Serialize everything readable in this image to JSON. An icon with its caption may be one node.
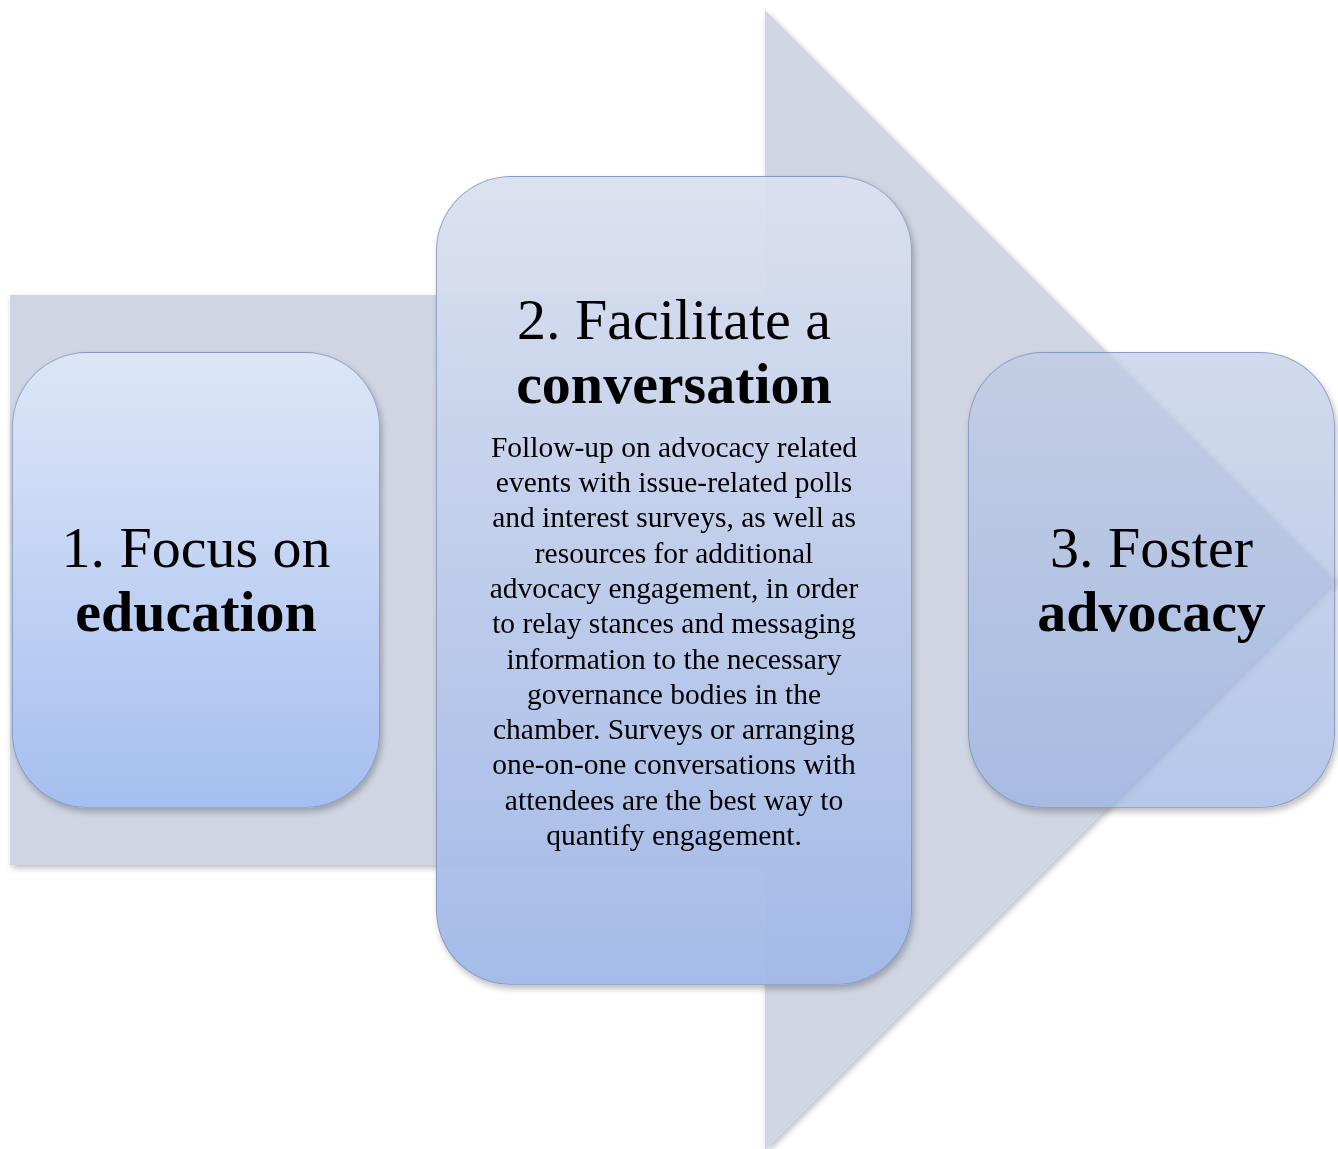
{
  "diagram": {
    "nodes": [
      {
        "text": [
          "1. Focus on **education**"
        ]
      },
      {
        "text": [
          "2. Facilitate a **conversation**",
          "Follow-up on advocacy related events with issue-related polls and interest surveys, as well as resources for additional advocacy engagement, in order to relay stances and messaging information to the necessary governance bodies in the chamber. Surveys or arranging one-on-one conversations with attendees are the best way to quantify engagement."
        ]
      },
      {
        "text": [
          "3. Foster **advocacy**"
        ]
      }
    ],
    "edges": [
      {
        "from": 0,
        "to": 2,
        "arrow": "to",
        "style": "thick"
      }
    ]
  }
}
